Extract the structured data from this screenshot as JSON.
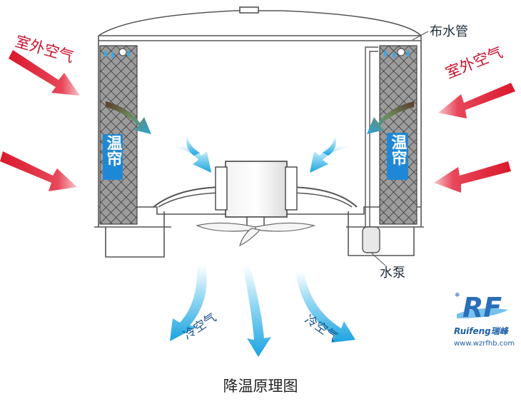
{
  "labels": {
    "outdoor_air_left": "室外空气",
    "outdoor_air_right": "室外空气",
    "water_pipe": "布水管",
    "cooling_pad_left": "温帘",
    "cooling_pad_right": "温帘",
    "water_pump": "水泵",
    "cool_air_left": "冷空气",
    "cool_air_right": "冷空气",
    "title": "降温原理图"
  },
  "brand": {
    "logo_mark": "RF",
    "name": "Ruifeng瑞峰",
    "url": "www.wzrfhb.com"
  },
  "colors": {
    "hot_air": "#d9182b",
    "cool_air": "#1aa3e0",
    "pad_blue": "#1f88d6",
    "brand_blue": "#1f5fa8"
  }
}
